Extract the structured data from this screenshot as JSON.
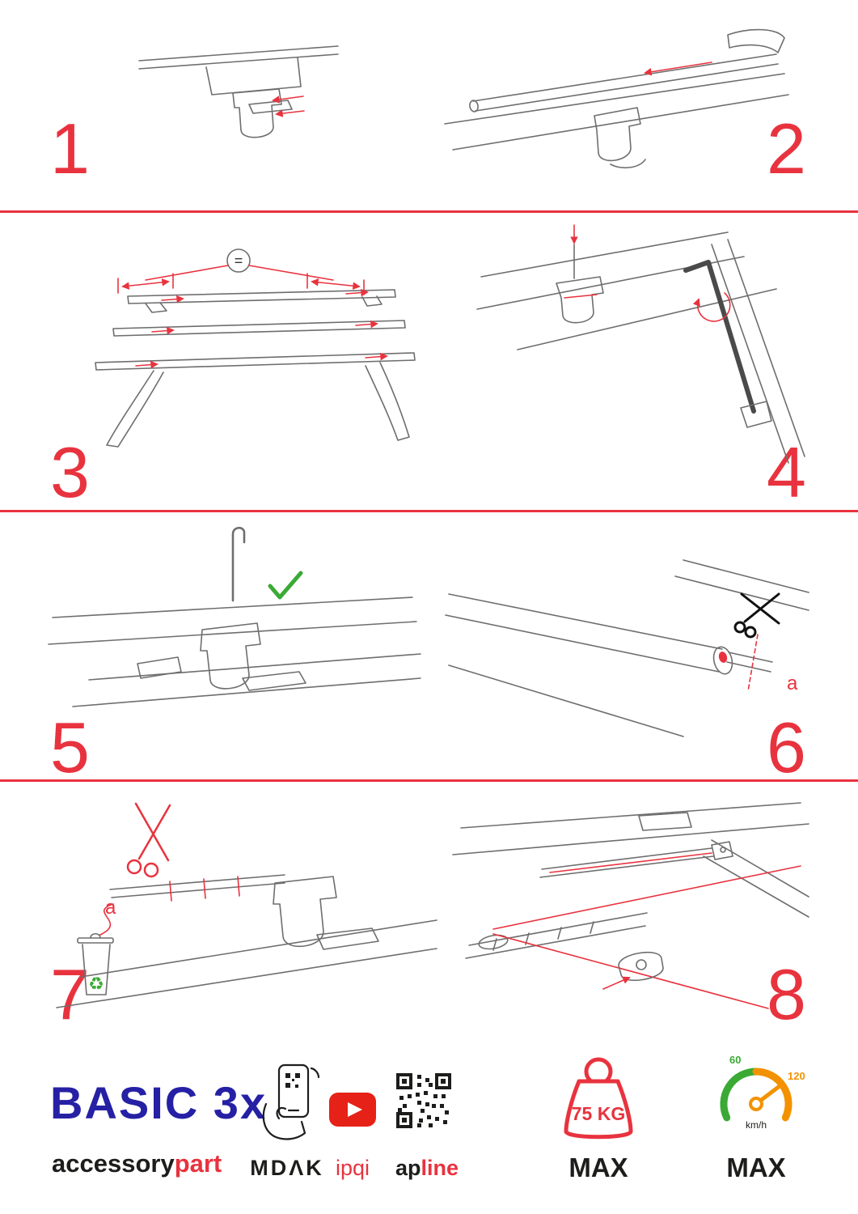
{
  "colors": {
    "accent_red": "#e8333f",
    "brand_blue": "#2620a5",
    "check_green": "#3aaa35",
    "gauge_green": "#3aaa35",
    "gauge_orange": "#f39200",
    "line_gray": "#6e6e6e"
  },
  "steps": [
    {
      "number": "1"
    },
    {
      "number": "2"
    },
    {
      "number": "3",
      "equal_label": "="
    },
    {
      "number": "4"
    },
    {
      "number": "5"
    },
    {
      "number": "6",
      "part_label": "a"
    },
    {
      "number": "7",
      "part_label": "a"
    },
    {
      "number": "8"
    }
  ],
  "footer": {
    "brand": {
      "name": "BASIC 3x",
      "sub_black": "accessory",
      "sub_red": "part"
    },
    "partners": {
      "mdak": "MDΛK",
      "ipqi": "ipqi",
      "apline_black": "ap",
      "apline_red": "line"
    },
    "weight": {
      "value": "75 KG",
      "max_label": "MAX"
    },
    "speed": {
      "low": "60",
      "high": "120",
      "unit": "km/h",
      "max_label": "MAX"
    }
  }
}
